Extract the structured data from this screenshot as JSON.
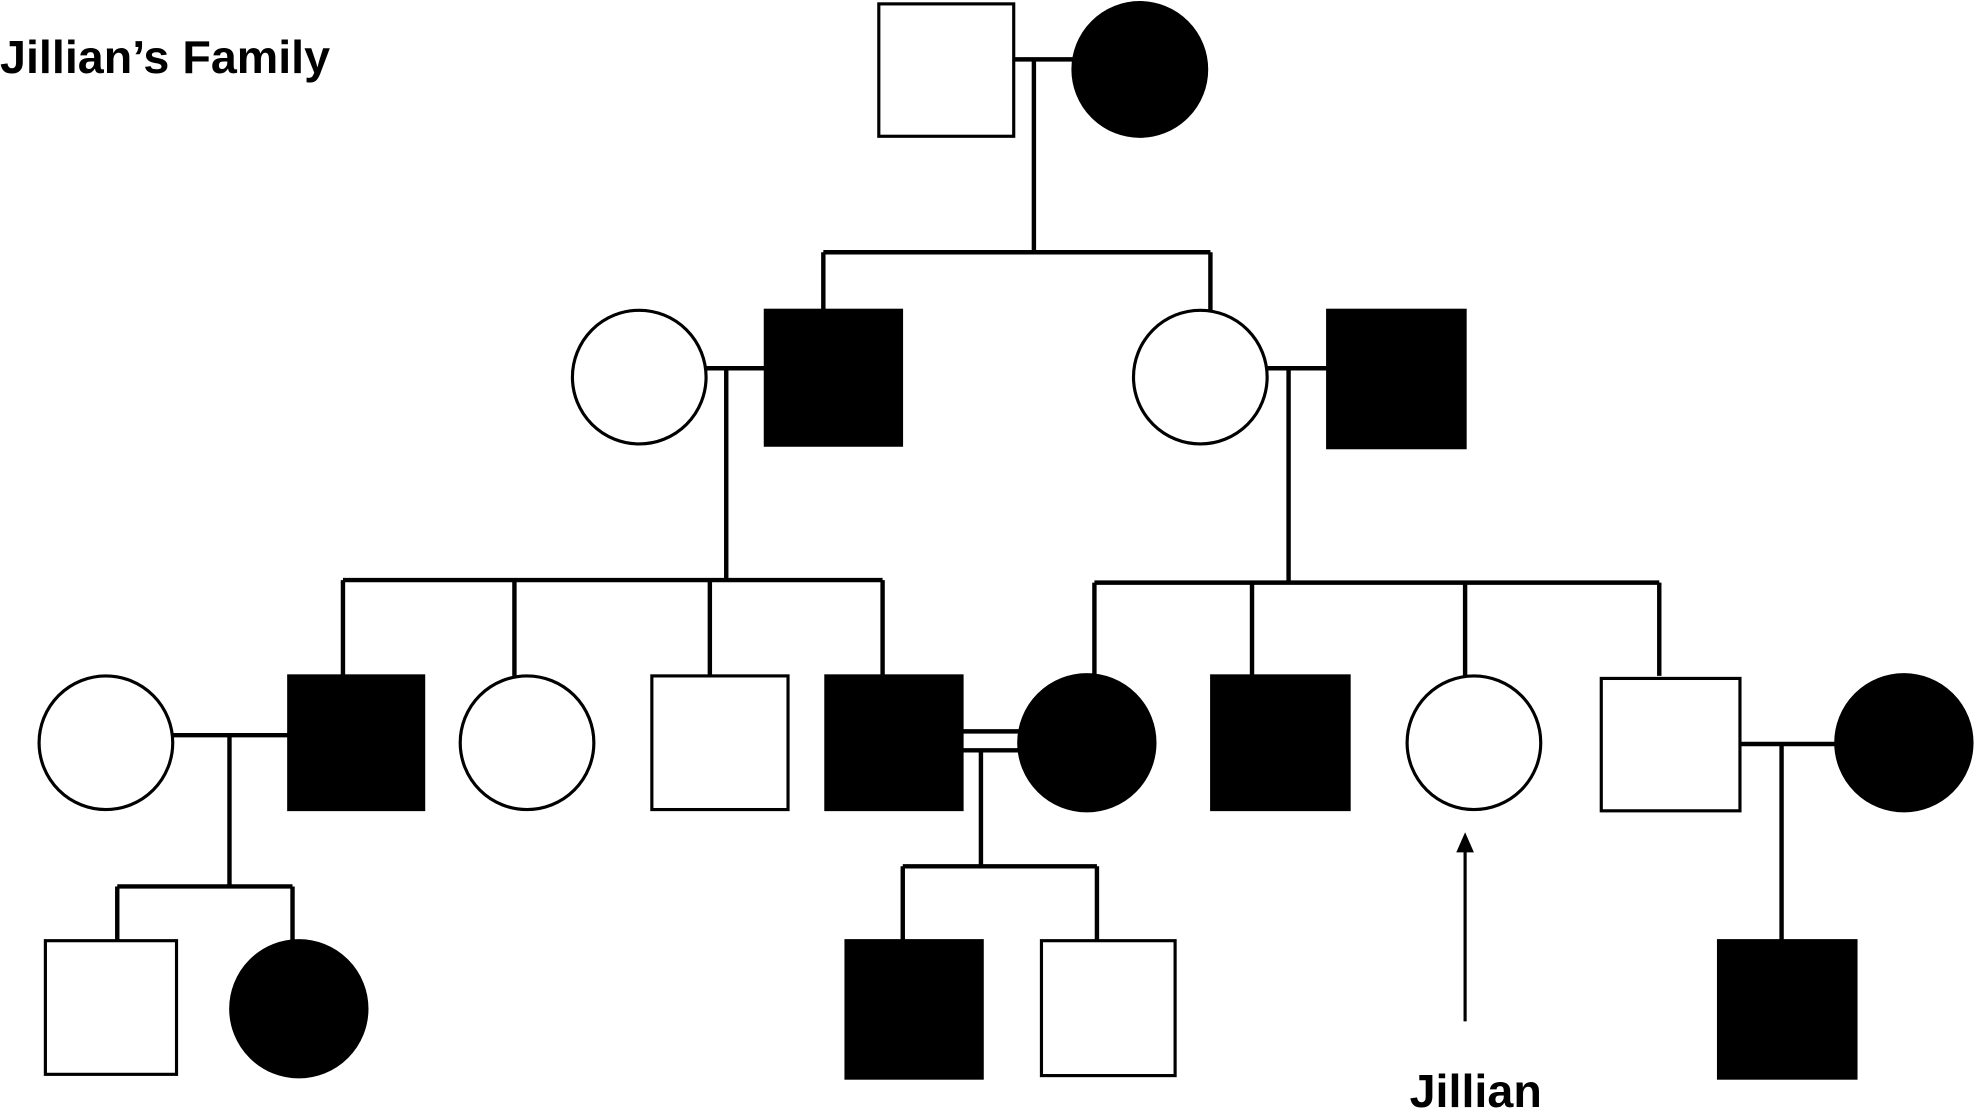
{
  "title": "Jillian’s Family",
  "proband_label": "Jillian",
  "colors": {
    "affected": "#000000",
    "unaffected": "#ffffff",
    "line": "#000000"
  },
  "individuals": [
    {
      "id": "g1-father",
      "sex": "male",
      "affected": false
    },
    {
      "id": "g1-mother",
      "sex": "female",
      "affected": true
    },
    {
      "id": "g2-wife-left",
      "sex": "female",
      "affected": false
    },
    {
      "id": "g2-son",
      "sex": "male",
      "affected": true
    },
    {
      "id": "g2-daughter",
      "sex": "female",
      "affected": false
    },
    {
      "id": "g2-husband-right",
      "sex": "male",
      "affected": true
    },
    {
      "id": "g3-wife-far-left",
      "sex": "female",
      "affected": false
    },
    {
      "id": "g3-cousin-1",
      "sex": "male",
      "affected": true
    },
    {
      "id": "g3-cousin-2",
      "sex": "female",
      "affected": false
    },
    {
      "id": "g3-cousin-3",
      "sex": "male",
      "affected": false
    },
    {
      "id": "g3-cousin-4",
      "sex": "male",
      "affected": true
    },
    {
      "id": "g3-sib-1",
      "sex": "female",
      "affected": true
    },
    {
      "id": "g3-sib-2",
      "sex": "male",
      "affected": true
    },
    {
      "id": "g3-jillian",
      "sex": "female",
      "affected": false
    },
    {
      "id": "g3-sib-4",
      "sex": "male",
      "affected": false
    },
    {
      "id": "g3-wife-far-right",
      "sex": "female",
      "affected": true
    },
    {
      "id": "g4-child-1",
      "sex": "male",
      "affected": false
    },
    {
      "id": "g4-child-2",
      "sex": "female",
      "affected": true
    },
    {
      "id": "g4-child-3",
      "sex": "male",
      "affected": true
    },
    {
      "id": "g4-child-4",
      "sex": "male",
      "affected": false
    },
    {
      "id": "g4-child-5",
      "sex": "male",
      "affected": true
    }
  ]
}
